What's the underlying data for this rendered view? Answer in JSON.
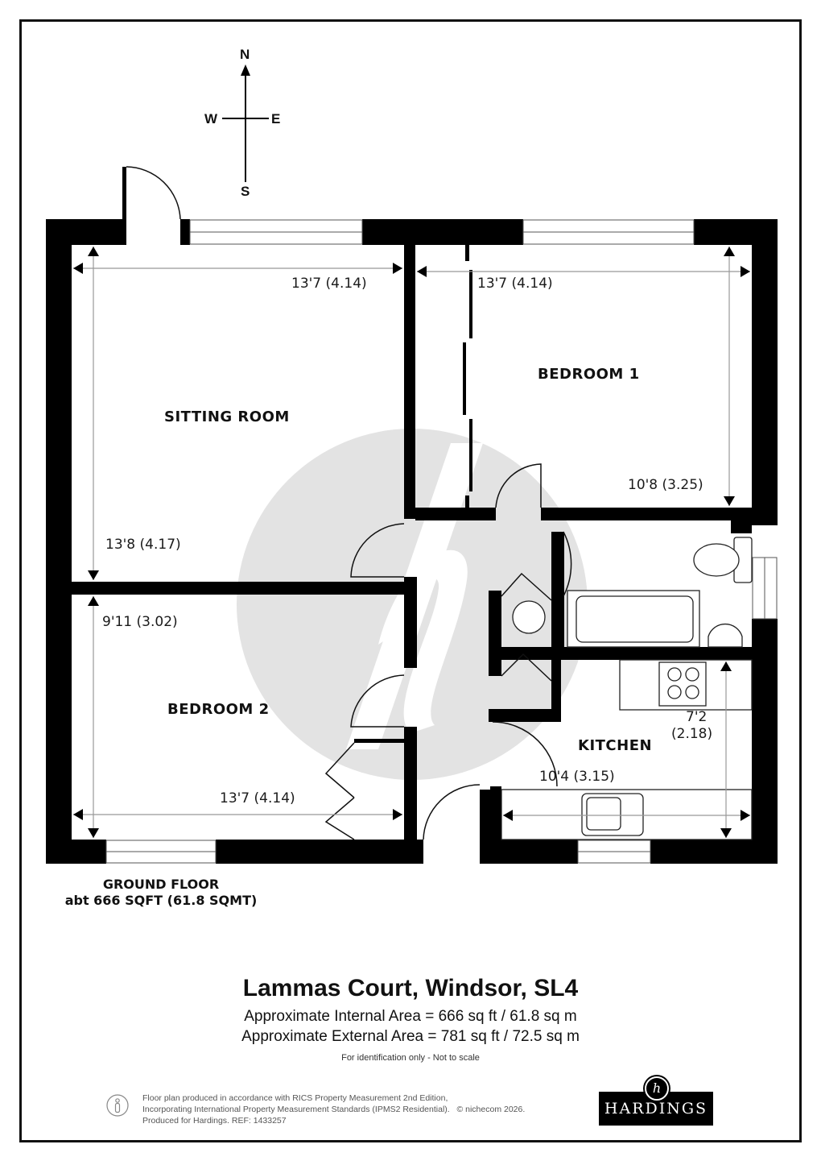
{
  "compass": {
    "north": "N",
    "south": "S",
    "east": "E",
    "west": "W"
  },
  "rooms": [
    {
      "id": "sitting-room",
      "name": "SITTING ROOM",
      "width": "13'7 (4.14)",
      "length": "13'8 (4.17)"
    },
    {
      "id": "bedroom-1",
      "name": "BEDROOM 1",
      "width": "13'7 (4.14)",
      "length": "10'8 (3.25)"
    },
    {
      "id": "bedroom-2",
      "name": "BEDROOM 2",
      "width": "13'7 (4.14)",
      "length": "9'11 (3.02)"
    },
    {
      "id": "kitchen",
      "name": "KITCHEN",
      "width": "10'4 (3.15)",
      "length_ft": "7'2",
      "length_m": "(2.18)"
    }
  ],
  "floor": {
    "name": "GROUND FLOOR",
    "area": "abt 666 SQFT (61.8 SQMT)"
  },
  "property": {
    "title": "Lammas Court, Windsor, SL4",
    "internal_area": "Approximate Internal Area = 666 sq ft / 61.8 sq m",
    "external_area": "Approximate External Area = 781 sq ft / 72.5 sq m",
    "disclaimer": "For identification only - Not to scale"
  },
  "footer": {
    "line1": "Floor plan produced in accordance with RICS Property Measurement 2nd Edition,",
    "line2": "Incorporating International Property Measurement Standards (IPMS2 Residential).",
    "copyright": "© nichecom 2026.",
    "line3": "Produced for Hardings.   REF:   1433257"
  },
  "brand": {
    "name": "HARDINGS",
    "monogram": "h"
  },
  "colors": {
    "wall": "#000000",
    "watermark": "#e3e3e3",
    "dimension_line": "#9a9a9a",
    "text": "#111111"
  }
}
